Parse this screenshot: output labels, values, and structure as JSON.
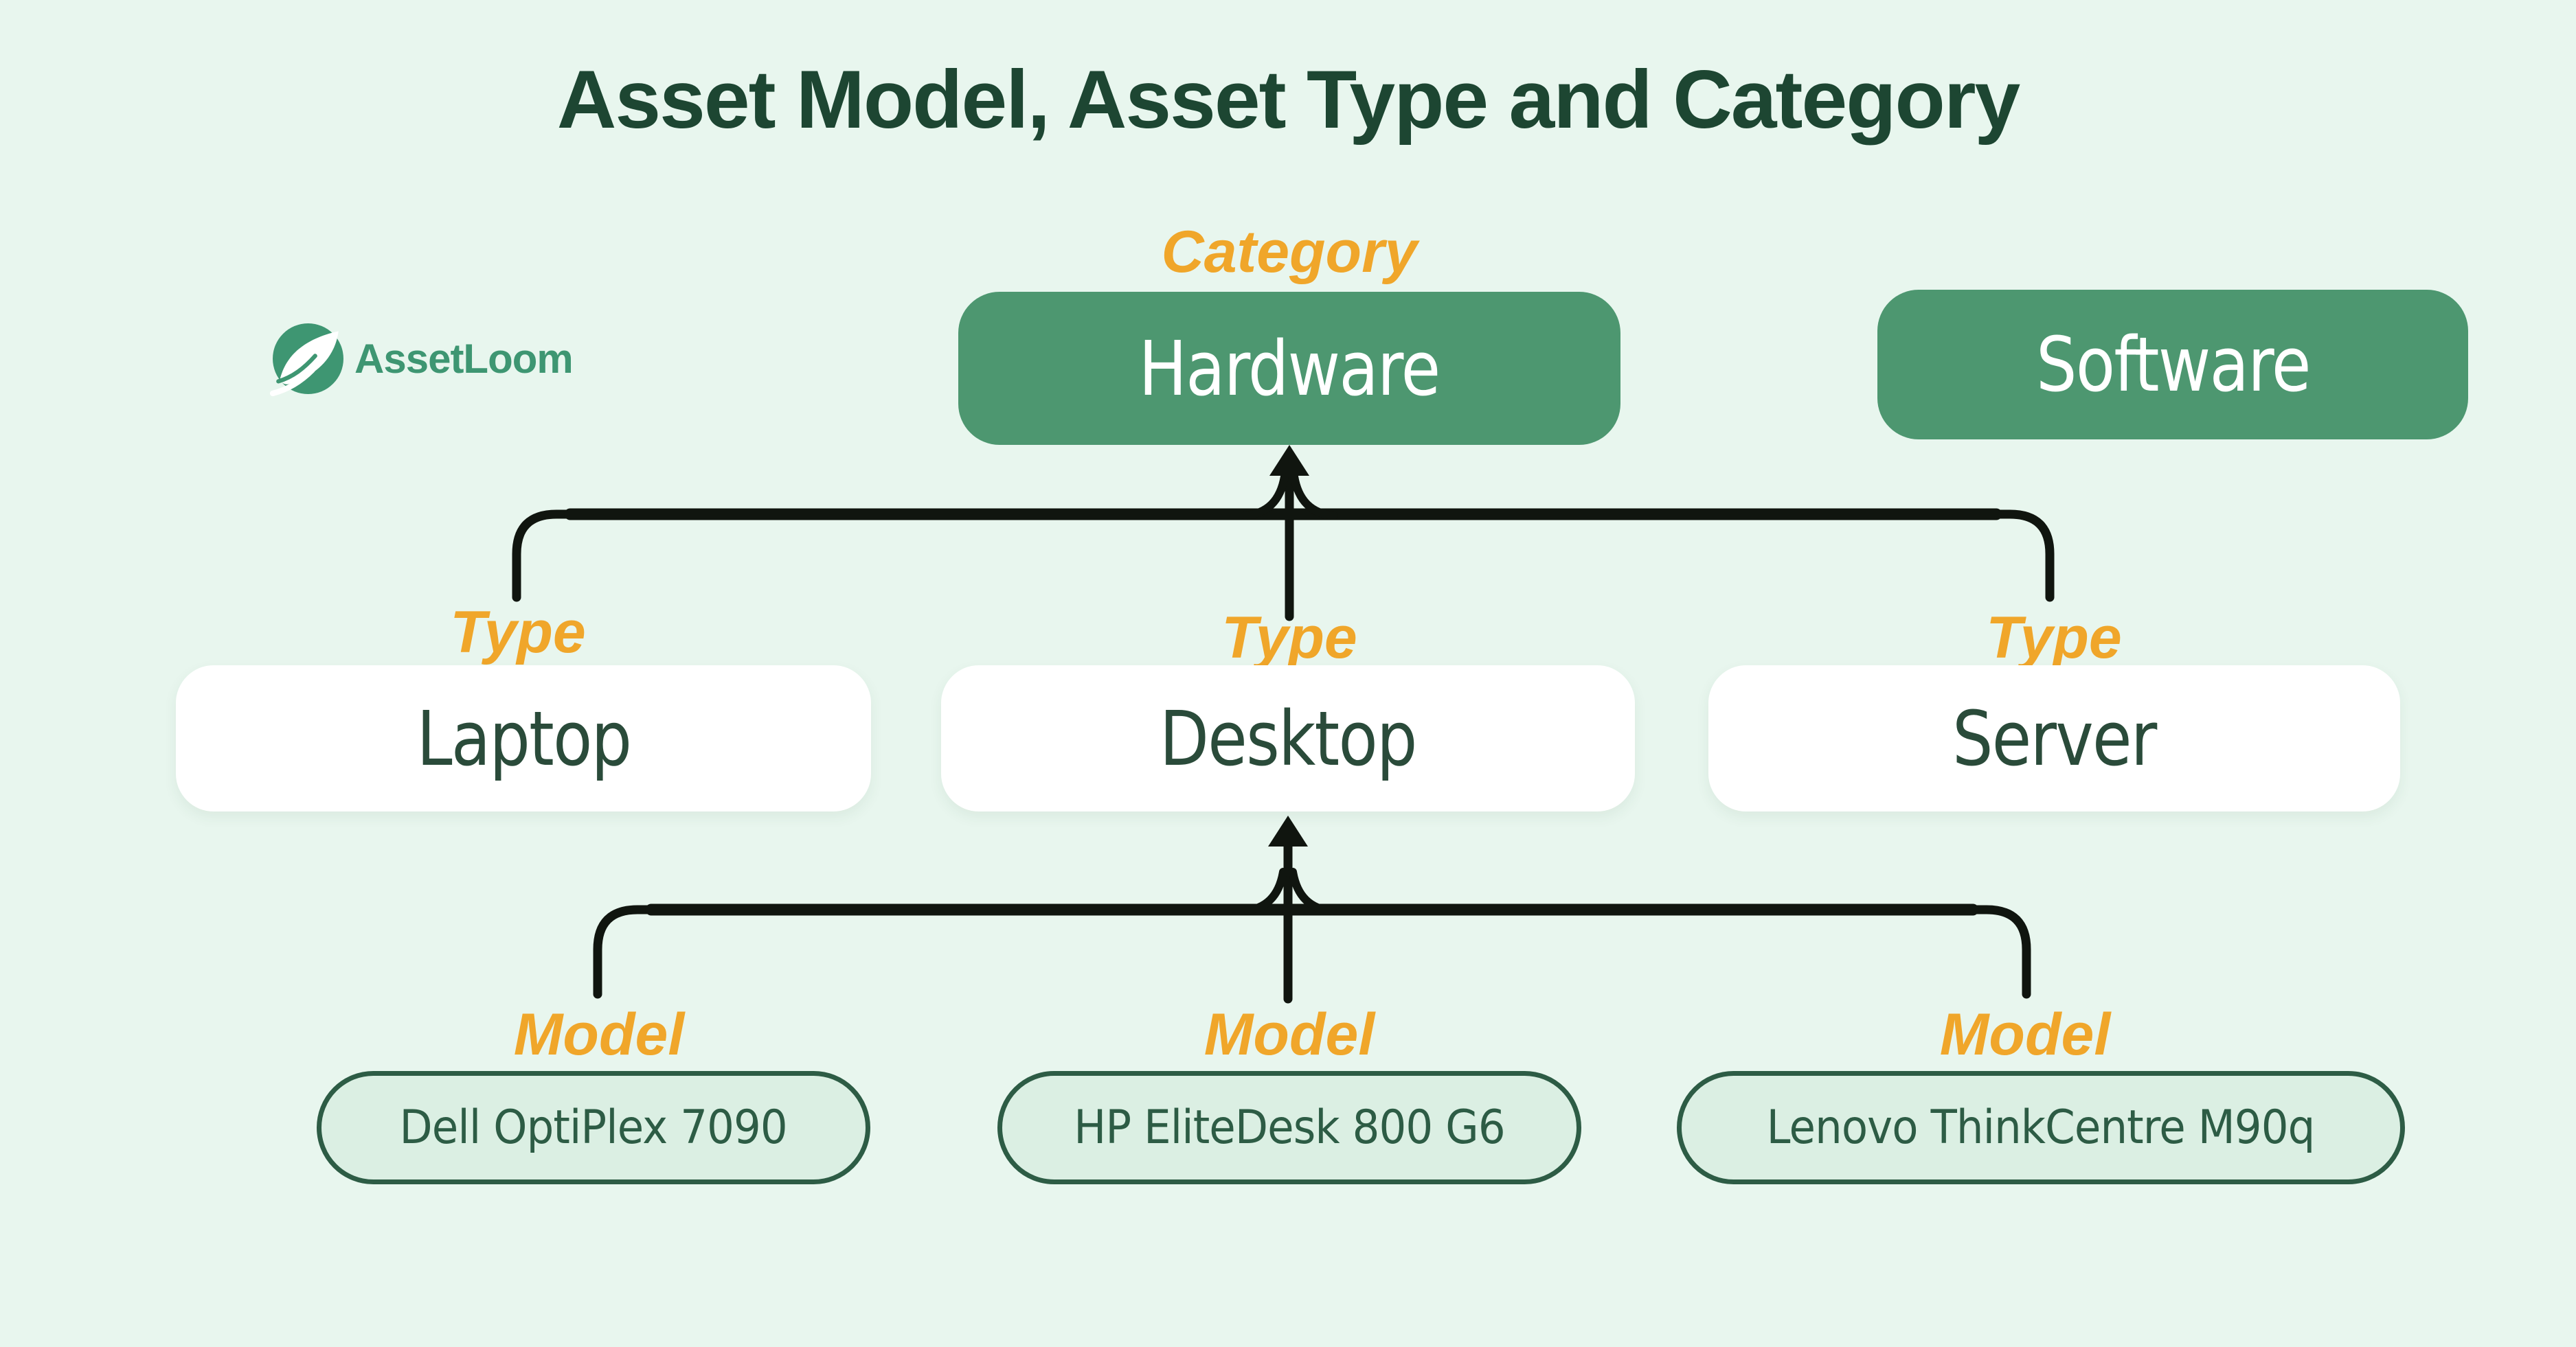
{
  "title": "Asset Model, Asset Type and Category",
  "brand": {
    "name": "AssetLoom"
  },
  "level_labels": {
    "category": "Category",
    "type": "Type",
    "model": "Model"
  },
  "categories": [
    {
      "label": "Hardware"
    },
    {
      "label": "Software"
    }
  ],
  "types": [
    {
      "label": "Laptop"
    },
    {
      "label": "Desktop"
    },
    {
      "label": "Server"
    }
  ],
  "models": [
    {
      "label": "Dell OptiPlex 7090"
    },
    {
      "label": "HP EliteDesk 800 G6"
    },
    {
      "label": "Lenovo ThinkCentre M90q"
    }
  ],
  "colors": {
    "background": "#E8F6EE",
    "category_box": "#4D9770",
    "title_text": "#1D4632",
    "label_orange": "#F0A62A",
    "type_box_bg": "#FFFFFF",
    "type_text": "#2A4B3A",
    "model_box_bg": "#DBEFE3",
    "model_border": "#2D5C45",
    "connector": "#10150F",
    "brand_green": "#3E9672"
  }
}
